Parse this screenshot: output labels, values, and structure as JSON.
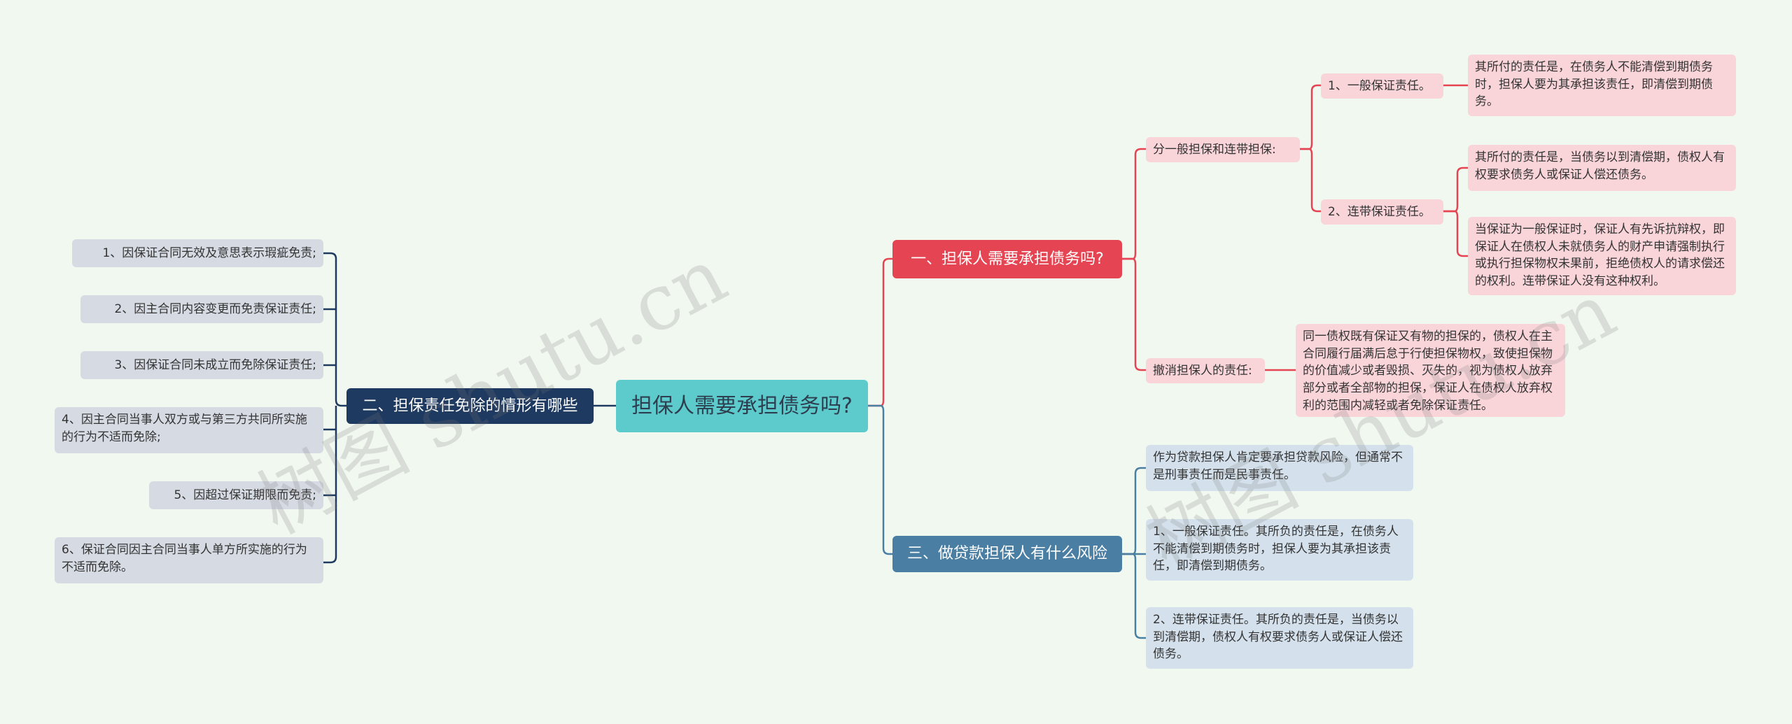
{
  "center": "担保人需要承担债务吗?",
  "branch1": {
    "title": "一、担保人需要承担债务吗?",
    "sub1": {
      "label": "分一般担保和连带担保:",
      "item1": {
        "label": "1、一般保证责任。",
        "detail": "其所付的责任是，在债务人不能清偿到期债务时，担保人要为其承担该责任，即清偿到期债务。"
      },
      "item2": {
        "label": "2、连带保证责任。",
        "detail1": "其所付的责任是，当债务以到清偿期，债权人有权要求债务人或保证人偿还债务。",
        "detail2": "当保证为一般保证时，保证人有先诉抗辩权，即保证人在债权人未就债务人的财产申请强制执行或执行担保物权未果前，拒绝债权人的请求偿还的权利。连带保证人没有这种权利。"
      }
    },
    "sub2": {
      "label": "撤消担保人的责任:",
      "detail": "同一债权既有保证又有物的担保的，债权人在主合同履行届满后怠于行使担保物权，致使担保物的价值减少或者毁损、灭失的，视为债权人放弃部分或者全部物的担保，保证人在债权人放弃权利的范围内减轻或者免除保证责任。"
    }
  },
  "branch2": {
    "title": "二、担保责任免除的情形有哪些",
    "items": [
      "1、因保证合同无效及意思表示瑕疵免责;",
      "2、因主合同内容变更而免责保证责任;",
      "3、因保证合同未成立而免除保证责任;",
      "4、因主合同当事人双方或与第三方共同所实施的行为不适而免除;",
      "5、因超过保证期限而免责;",
      "6、保证合同因主合同当事人单方所实施的行为不适而免除。"
    ]
  },
  "branch3": {
    "title": "三、做贷款担保人有什么风险",
    "items": [
      "作为贷款担保人肯定要承担贷款风险，但通常不是刑事责任而是民事责任。",
      "1、一般保证责任。其所负的责任是，在债务人不能清偿到期债务时，担保人要为其承担该责任，即清偿到期债务。",
      "2、连带保证责任。其所负的责任是，当债务以到清偿期，债权人有权要求债务人或保证人偿还债务。"
    ]
  },
  "watermarks": [
    "树图 shutu.cn",
    "树图 shutu.cn"
  ],
  "colors": {
    "red": "#e54552",
    "navy": "#1f3a60",
    "steel": "#4a7ea3",
    "teal": "#5dcbcc",
    "background": "#f1f8ef"
  }
}
